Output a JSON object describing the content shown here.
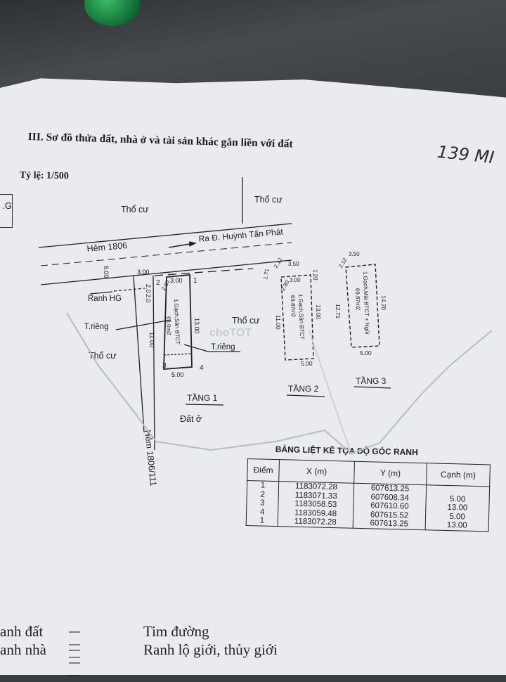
{
  "document": {
    "section_title": "III. Sơ đồ thửa đất, nhà ở và tài sản khác gắn liền với đất",
    "handwritten_note": "139 MI",
    "scale": "Tỷ lệ: 1/500",
    "edge_stamp": ".G"
  },
  "map": {
    "labels": {
      "tho_cu_1": "Thổ cư",
      "tho_cu_2": "Thổ cư",
      "tho_cu_3": "Thổ cư",
      "tho_cu_4": "Thổ cư",
      "hem": "Hẻm 1806",
      "direction": "Ra Đ. Huỳnh Tấn Phát",
      "ranh_hg": "Ranh HG",
      "t_rieng_1": "T.riêng",
      "t_rieng_2": "T.riêng",
      "hem_111": "Hẻm 1806/111",
      "dat_o": "Đất ở",
      "tang_1": "TẦNG 1",
      "tang_2": "TẦNG 2",
      "tang_3": "TẦNG 3",
      "lot1_text1": "1.Gạch,Sân BTCT",
      "lot1_text2": "63.0m2",
      "lot2_text1": "1.Gạch,Sân BTCT",
      "lot2_text2": "69.87m2",
      "lot3_text1": "1.Gạch,Mái BTCT + Ngói",
      "lot3_text2": "69.87m2",
      "watermark": "choTOT"
    },
    "dimensions": {
      "d_600": "6.00",
      "d_300a": "3.00",
      "d_20a": "2.0",
      "d_20b": "2.0",
      "d_300b": "3.00",
      "d_280": "2.80",
      "d_1300a": "13.00",
      "d_1100a": "11.00",
      "d_500a": "5.00",
      "d_212a": "2.12",
      "d_350a": "3.50",
      "d_120a": "1.20",
      "d_171": "1.71",
      "d_300c": "3.00",
      "d_280b": "2.80",
      "d_1300b": "13.00",
      "d_1100b": "11.00",
      "d_500b": "5.00",
      "d_212b": "2.12",
      "d_350b": "3.50",
      "d_1420": "14.20",
      "d_1271": "12.71",
      "d_500c": "5.00"
    },
    "points": {
      "p1": "1",
      "p2": "2",
      "p3": "3",
      "p4": "4"
    }
  },
  "coord_table": {
    "title": "BẢNG LIỆT KÊ TỌA ĐỘ GÓC RANH",
    "headers": [
      "Điểm",
      "X (m)",
      "Y (m)",
      "Cạnh (m)"
    ],
    "rows": [
      {
        "point": "1",
        "x": "1183072.28",
        "y": "607613.25"
      },
      {
        "point": "2",
        "x": "1183071.33",
        "y": "607608.34"
      },
      {
        "point": "3",
        "x": "1183058.53",
        "y": "607610.60"
      },
      {
        "point": "4",
        "x": "1183059.48",
        "y": "607615.52"
      },
      {
        "point": "1",
        "x": "1183072.28",
        "y": "607613.25"
      }
    ],
    "edges": [
      "5.00",
      "13.00",
      "5.00",
      "13.00"
    ]
  },
  "legend": {
    "item1": "anh đất",
    "item1_right": "Tim đường",
    "item2": "anh nhà",
    "item2_right": "Ranh lộ giới, thủy giới",
    "dash": "— — —"
  }
}
